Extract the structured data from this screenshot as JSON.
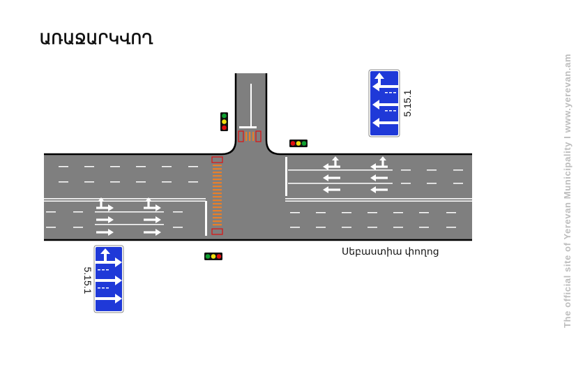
{
  "title": "ԱՌԱՋԱՐԿՎՈՂ",
  "street_name": "Սեբաստիա փողոց",
  "sign_codes": {
    "top_right": "5.15.1",
    "bottom_left": "5.15.1"
  },
  "watermark": "The official site of Yerevan Municipality   I   www.yerevan.am",
  "colors": {
    "road": "#7f7f7f",
    "marking": "#ffffff",
    "sign_blue": "#1f39d8",
    "crosswalk": "#e87f2a",
    "light_red": "#e01010",
    "light_yellow": "#f0e010",
    "light_green": "#10a030"
  },
  "icons": {
    "traffic_light": "traffic-light-icon",
    "lane_sign": "lane-direction-sign-icon",
    "arrow": "arrow-icon"
  }
}
